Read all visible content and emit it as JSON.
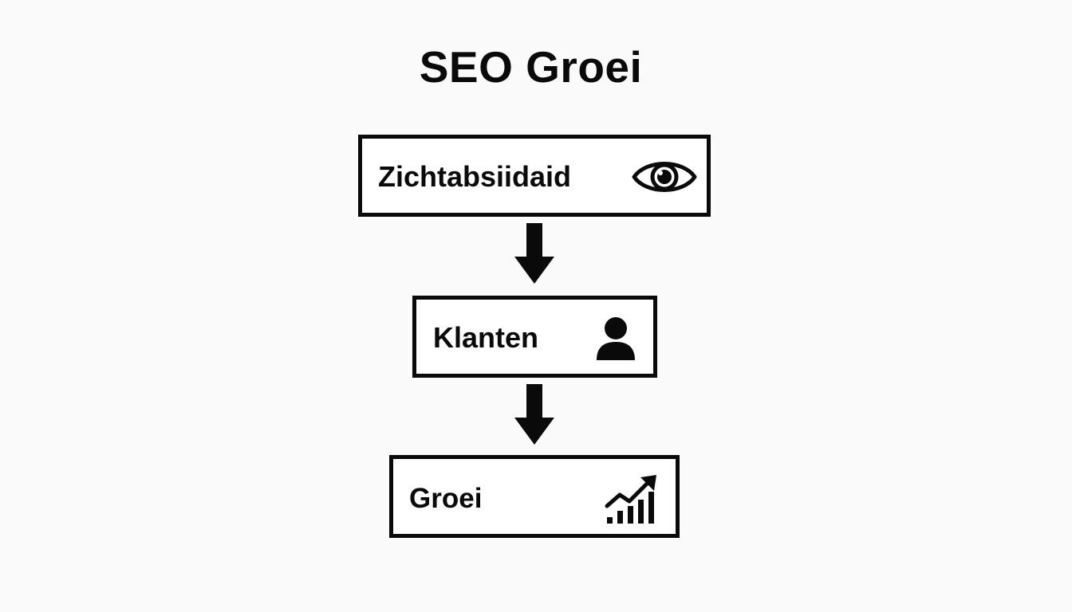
{
  "diagram": {
    "title": "SEO Groei",
    "steps": [
      {
        "label": "Zichtabsiidaid",
        "icon": "eye-icon"
      },
      {
        "label": "Klanten",
        "icon": "person-icon"
      },
      {
        "label": "Groei",
        "icon": "growth-chart-icon"
      }
    ],
    "colors": {
      "stroke": "#0a0a0a",
      "background": "#fafafa",
      "box_fill": "#ffffff"
    }
  }
}
